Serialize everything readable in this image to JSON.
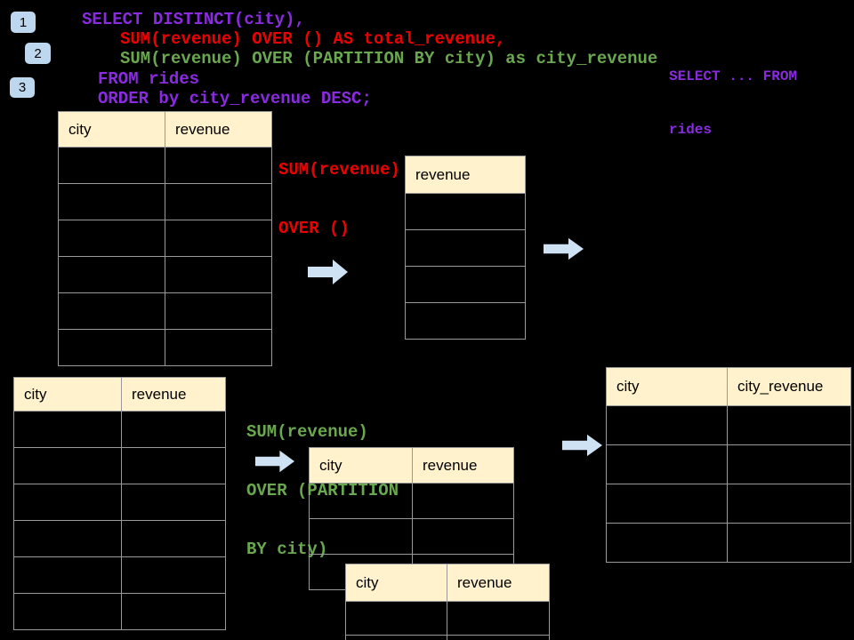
{
  "badges": [
    {
      "label": "1"
    },
    {
      "label": "2"
    },
    {
      "label": "3"
    }
  ],
  "sql": {
    "line1": "SELECT DISTINCT(city),",
    "line2": "SUM(revenue) OVER () AS total_revenue,",
    "line3": "SUM(revenue) OVER (PARTITION BY city) as city_revenue",
    "line4": "FROM rides",
    "line5": "ORDER by city_revenue DESC;"
  },
  "annotations": {
    "select_from": {
      "line1": "SELECT ... FROM",
      "line2": "rides"
    },
    "total_revenue": {
      "line1": "SUM(revenue)",
      "line2": "OVER ()"
    },
    "partition": {
      "line1": "SUM(revenue)",
      "line2": "OVER (PARTITION",
      "line3": "BY city)"
    }
  },
  "tables": {
    "rides_top": {
      "headers": [
        "city",
        "revenue"
      ],
      "body_rows": 6
    },
    "revenue_single": {
      "headers": [
        "revenue"
      ],
      "body_rows": 4
    },
    "rides_bottom": {
      "headers": [
        "city",
        "revenue"
      ],
      "body_rows": 6
    },
    "partition_front": {
      "headers": [
        "city",
        "revenue"
      ],
      "body_rows": 3
    },
    "partition_back": {
      "headers": [
        "city",
        "revenue"
      ],
      "body_rows": 2
    },
    "city_revenue_result": {
      "headers": [
        "city",
        "city_revenue"
      ],
      "body_rows": 4
    }
  },
  "icons": {
    "arrow_a": "right-arrow",
    "arrow_b": "right-arrow",
    "arrow_c": "right-arrow",
    "arrow_d": "right-arrow"
  },
  "colors": {
    "background": "#000000",
    "sql_purple": "#8A2BE2",
    "sql_red": "#EE0000",
    "sql_green": "#6AA84F",
    "table_header_fill": "#FFF2CC",
    "table_border": "#999999",
    "badge_fill": "#BDD7EE",
    "arrow_fill": "#CFE2F3",
    "text": "#000000"
  }
}
